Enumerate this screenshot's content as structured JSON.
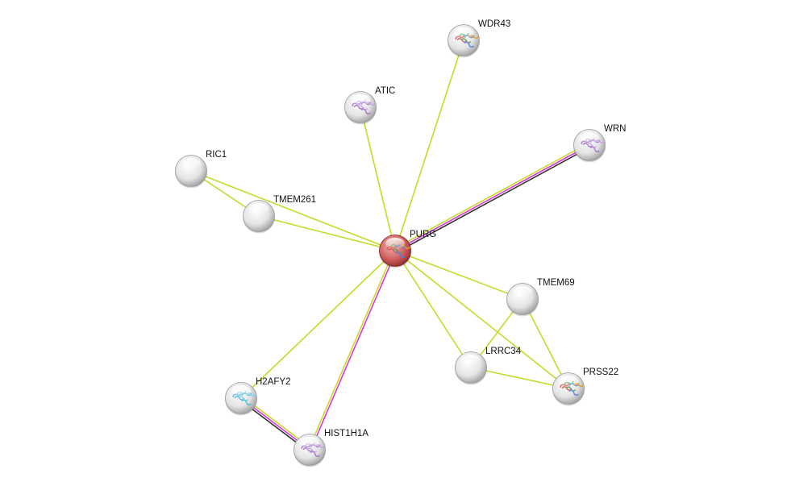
{
  "colors": {
    "textmining": "#c6da2b",
    "experiments": "#d73ad7",
    "coexpression": "#333333",
    "query_node": "#c84a4a",
    "node": "#e6e6e6"
  },
  "nodes": [
    {
      "id": "PURG",
      "query": true,
      "structure": "mixed"
    },
    {
      "id": "WDR43",
      "structure": "mixed"
    },
    {
      "id": "ATIC",
      "structure": "purple"
    },
    {
      "id": "WRN",
      "structure": "purple"
    },
    {
      "id": "RIC1",
      "structure": "none"
    },
    {
      "id": "TMEM261",
      "structure": "none"
    },
    {
      "id": "TMEM69",
      "structure": "none"
    },
    {
      "id": "LRRC34",
      "structure": "none"
    },
    {
      "id": "PRSS22",
      "structure": "mixed"
    },
    {
      "id": "H2AFY2",
      "structure": "cyan"
    },
    {
      "id": "HIST1H1A",
      "structure": "purple"
    }
  ],
  "edges": [
    {
      "a": "PURG",
      "b": "WDR43",
      "types": [
        "textmining"
      ]
    },
    {
      "a": "PURG",
      "b": "ATIC",
      "types": [
        "textmining"
      ]
    },
    {
      "a": "PURG",
      "b": "WRN",
      "types": [
        "textmining",
        "experiments",
        "coexpression"
      ]
    },
    {
      "a": "PURG",
      "b": "RIC1",
      "types": [
        "textmining"
      ]
    },
    {
      "a": "PURG",
      "b": "TMEM261",
      "types": [
        "textmining"
      ]
    },
    {
      "a": "PURG",
      "b": "TMEM69",
      "types": [
        "textmining"
      ]
    },
    {
      "a": "PURG",
      "b": "LRRC34",
      "types": [
        "textmining"
      ]
    },
    {
      "a": "PURG",
      "b": "PRSS22",
      "types": [
        "textmining"
      ]
    },
    {
      "a": "PURG",
      "b": "H2AFY2",
      "types": [
        "textmining"
      ]
    },
    {
      "a": "PURG",
      "b": "HIST1H1A",
      "types": [
        "experiments",
        "textmining"
      ]
    },
    {
      "a": "RIC1",
      "b": "TMEM261",
      "types": [
        "textmining"
      ]
    },
    {
      "a": "TMEM69",
      "b": "LRRC34",
      "types": [
        "textmining"
      ]
    },
    {
      "a": "TMEM69",
      "b": "PRSS22",
      "types": [
        "textmining"
      ]
    },
    {
      "a": "LRRC34",
      "b": "PRSS22",
      "types": [
        "textmining"
      ]
    },
    {
      "a": "H2AFY2",
      "b": "HIST1H1A",
      "types": [
        "textmining",
        "experiments",
        "coexpression"
      ]
    }
  ]
}
